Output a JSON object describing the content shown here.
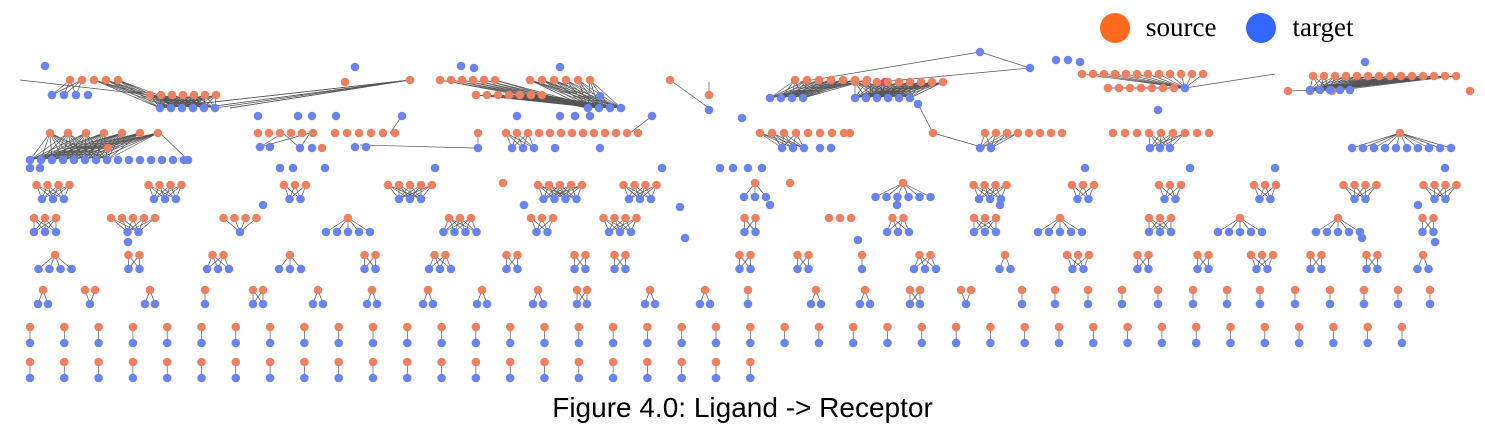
{
  "legend": {
    "source_label": "source",
    "target_label": "target",
    "source_color": "#FF6A1F",
    "target_color": "#3366FF"
  },
  "node_colors": {
    "source": "#EE8062",
    "target": "#6A83EE",
    "highlight": "#D14B5A"
  },
  "edge_color": "#555555",
  "caption": "Figure 4.0: Ligand -> Receptor"
}
